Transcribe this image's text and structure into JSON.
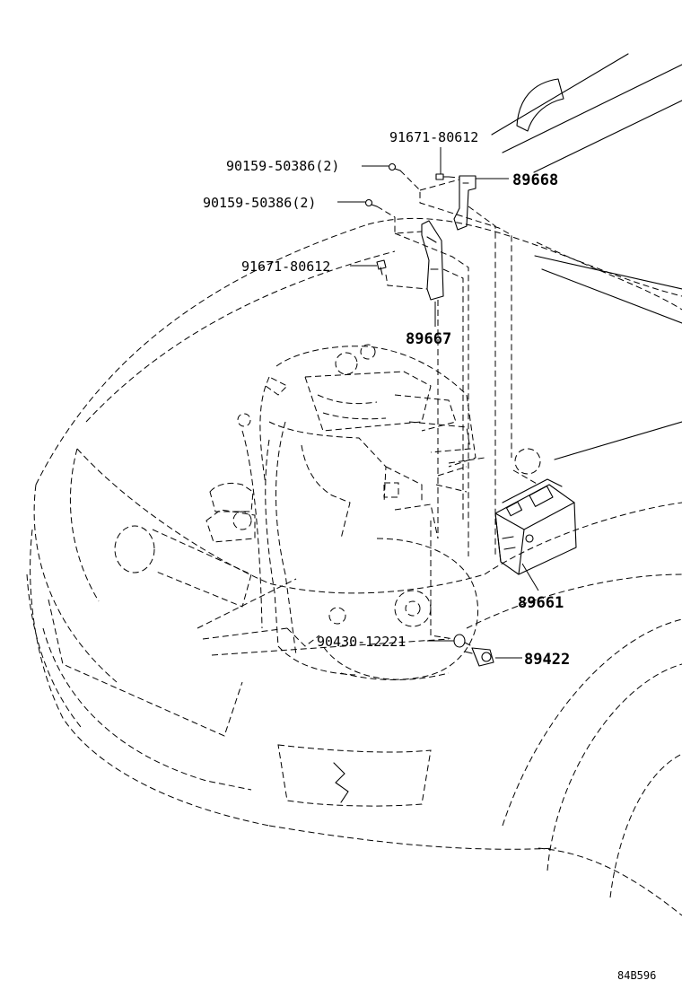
{
  "labels": {
    "bolt_upper": "91671-80612",
    "bolt_middle": "91671-80612",
    "screw_upper": "90159-50386(2)",
    "screw_lower": "90159-50386(2)",
    "bracket_upper": "89668",
    "bracket_lower": "89667",
    "ecu": "89661",
    "gasket": "90430-12221",
    "sensor": "89422"
  },
  "diagram_code": "84B596"
}
